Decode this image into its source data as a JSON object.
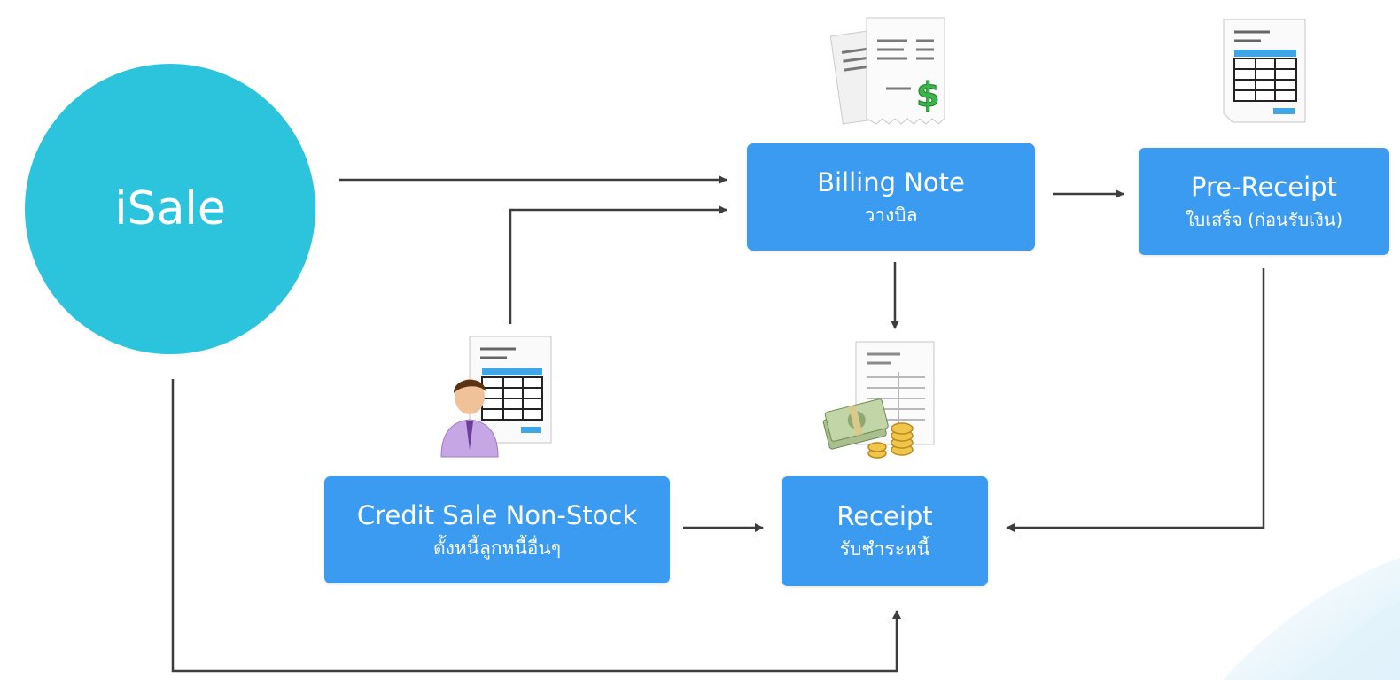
{
  "diagram": {
    "start": {
      "label": "iSale",
      "color": "#2cc4dc"
    },
    "node_color": "#3b9bf0",
    "nodes": {
      "billing_note": {
        "title": "Billing Note",
        "subtitle": "วางบิล",
        "icon": "invoice-dollar-icon"
      },
      "pre_receipt": {
        "title": "Pre-Receipt",
        "subtitle": "ใบเสร็จ (ก่อนรับเงิน)",
        "icon": "spreadsheet-document-icon"
      },
      "credit_sale": {
        "title": "Credit Sale Non-Stock",
        "subtitle": "ตั้งหนี้ลูกหนี้อื่นๆ",
        "icon": "businessman-document-icon"
      },
      "receipt": {
        "title": "Receipt",
        "subtitle": "รับชำระหนี้",
        "icon": "money-document-icon"
      }
    },
    "edges": [
      {
        "from": "iSale",
        "to": "Billing Note"
      },
      {
        "from": "Credit Sale Non-Stock",
        "to": "Billing Note"
      },
      {
        "from": "Billing Note",
        "to": "Pre-Receipt"
      },
      {
        "from": "Billing Note",
        "to": "Receipt"
      },
      {
        "from": "Credit Sale Non-Stock",
        "to": "Receipt"
      },
      {
        "from": "Pre-Receipt",
        "to": "Receipt"
      },
      {
        "from": "iSale",
        "to": "Receipt"
      }
    ]
  }
}
